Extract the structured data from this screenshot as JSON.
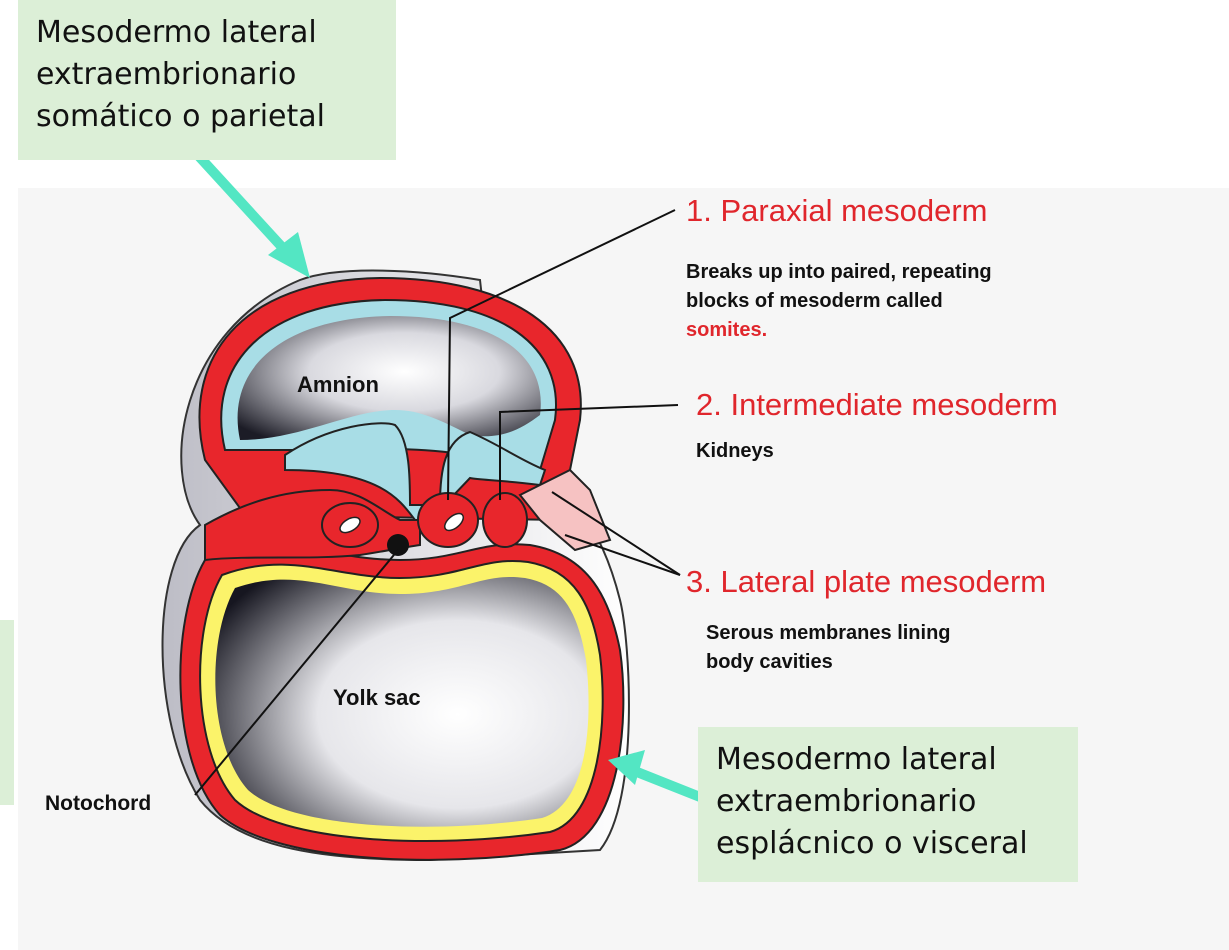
{
  "annotations": {
    "top_left": "Mesodermo lateral\nextraembrionario\nsomático o parietal",
    "bottom_right": "Mesodermo lateral\nextraembrionario\nesplácnico o visceral"
  },
  "items": [
    {
      "heading": "1. Paraxial mesoderm",
      "description_lines": [
        "Breaks up into paired, repeating",
        "blocks of mesoderm called"
      ],
      "highlight": "somites."
    },
    {
      "heading": "2. Intermediate mesoderm",
      "description_lines": [
        "Kidneys"
      ]
    },
    {
      "heading": "3. Lateral plate mesoderm",
      "description_lines": [
        "Serous membranes lining",
        "body cavities"
      ]
    }
  ],
  "structure_labels": {
    "amnion": "Amnion",
    "yolk_sac": "Yolk sac",
    "notochord": "Notochord"
  },
  "colors": {
    "mesoderm": "#e8262c",
    "ectoderm_blue": "#a8dde6",
    "endoderm_yellow": "#fbf36a",
    "arrow_teal": "#53e6c3",
    "annotation_bg": "#dcefd7",
    "heading_red": "#e0262c"
  }
}
